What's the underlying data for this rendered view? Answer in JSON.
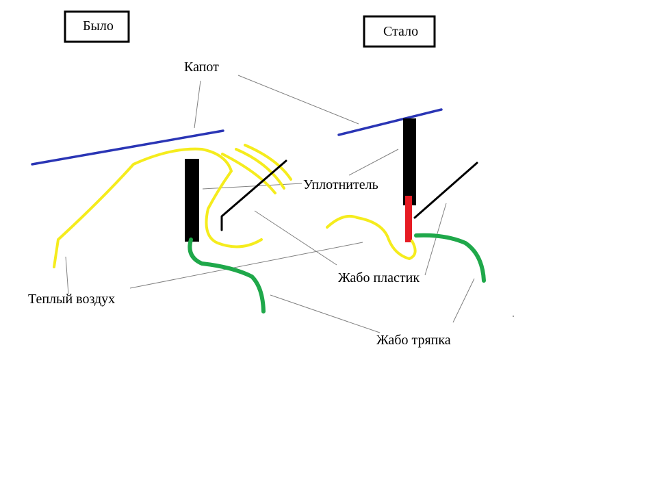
{
  "headings": {
    "before": "Было",
    "after": "Стало"
  },
  "labels": {
    "hood": "Капот",
    "seal": "Уплотнитель",
    "jabot_plastic": "Жабо пластик",
    "warm_air": "Теплый воздух",
    "jabot_cloth": "Жабо тряпка"
  },
  "colors": {
    "hood": "#2a35b5",
    "seal": "#000000",
    "jabot_plastic": "#000000",
    "jabot_cloth": "#1fa84a",
    "warm_air": "#f5ec1d",
    "added_seal": "#e61b23",
    "leader": "#808080"
  }
}
